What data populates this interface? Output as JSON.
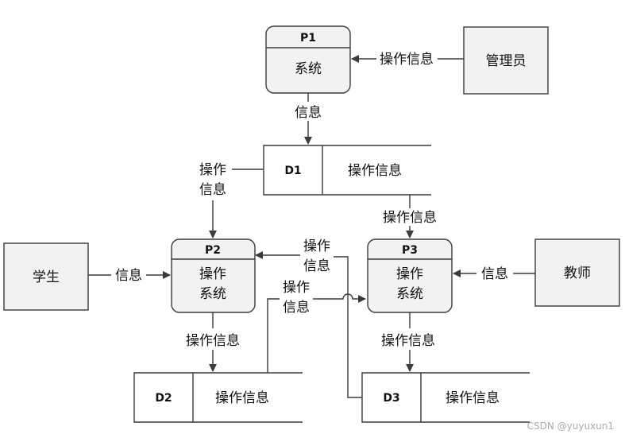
{
  "processes": {
    "p1": {
      "id": "P1",
      "lines": [
        "系统"
      ]
    },
    "p2": {
      "id": "P2",
      "lines": [
        "操作",
        "系统"
      ]
    },
    "p3": {
      "id": "P3",
      "lines": [
        "操作",
        "系统"
      ]
    }
  },
  "stores": {
    "d1": {
      "id": "D1",
      "label": "操作信息"
    },
    "d2": {
      "id": "D2",
      "label": "操作信息"
    },
    "d3": {
      "id": "D3",
      "label": "操作信息"
    }
  },
  "entities": {
    "admin": "管理员",
    "student": "学生",
    "teacher": "教师"
  },
  "flows": {
    "admin_to_p1": "操作信息",
    "p1_to_d1": "信息",
    "d1_to_p2_line1": "操作",
    "d1_to_p2_line2": "信息",
    "d1_to_p3": "操作信息",
    "student_to_p2": "信息",
    "teacher_to_p3": "信息",
    "d3_to_p2_line1": "操作",
    "d3_to_p2_line2": "信息",
    "d2_to_p3_line1": "操作",
    "d2_to_p3_line2": "信息",
    "p2_to_d2": "操作信息",
    "p3_to_d3": "操作信息"
  },
  "watermark": "CSDN @yuyuxun1"
}
